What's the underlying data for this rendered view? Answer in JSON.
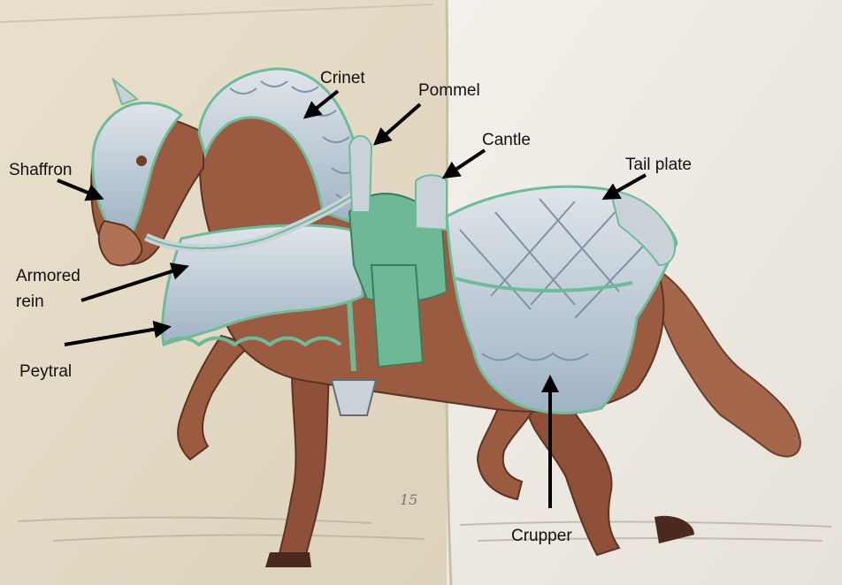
{
  "labels": {
    "crinet": "Crinet",
    "pommel": "Pommel",
    "cantle": "Cantle",
    "tail_plate": "Tail plate",
    "shaffron": "Shaffron",
    "armored_line1": "Armored",
    "armored_line2": "rein",
    "peytral": "Peytral",
    "crupper": "Crupper"
  },
  "folio_mark": "15",
  "colors": {
    "paper": "#ede7d8",
    "horse_brown": "#9a5b40",
    "armor_silver": "#c9d2d8",
    "armor_blue": "#8fa8bd",
    "trim_green": "#6dbb98",
    "saddle_green": "#6fb896",
    "arrow": "#000000"
  }
}
